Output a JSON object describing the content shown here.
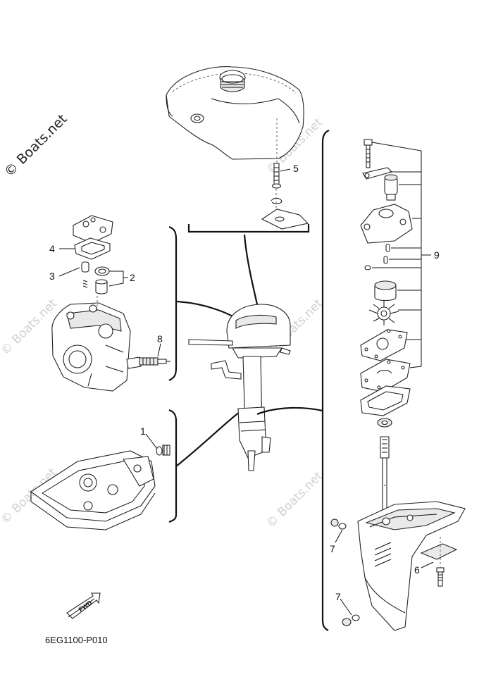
{
  "watermark": {
    "main": "© Boats.net",
    "faint": "© Boats.net"
  },
  "callouts": {
    "c1": "1",
    "c2": "2",
    "c3": "3",
    "c4": "4",
    "c5": "5",
    "c6": "6",
    "c7a": "7",
    "c7b": "7",
    "c8": "8",
    "c9": "9"
  },
  "fwd_arrow_label": "FWD",
  "diagram_code": "6EG1100-P010",
  "colors": {
    "line": "#111111",
    "fill": "#ffffff",
    "shade": "#e9e9e9",
    "watermark_faint": "#d0d0d0"
  }
}
